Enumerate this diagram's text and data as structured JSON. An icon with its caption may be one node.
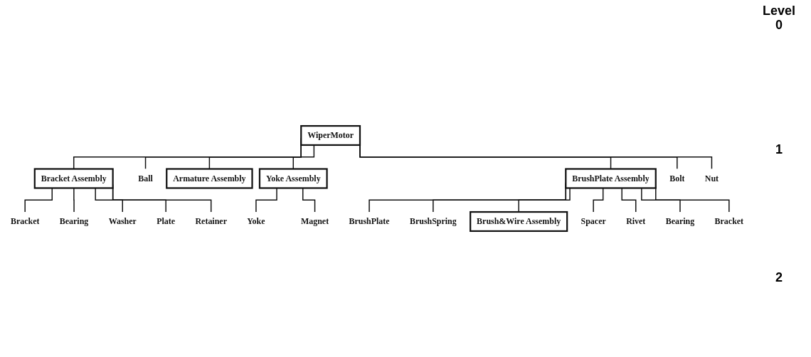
{
  "diagram": {
    "nodes": [
      {
        "text": [
          "WiperMotor"
        ]
      },
      {
        "text": [
          "Bracket Assembly"
        ]
      },
      {
        "text": [
          "Ball"
        ]
      },
      {
        "text": [
          "Armature Assembly"
        ]
      },
      {
        "text": [
          "Yoke Assembly"
        ]
      },
      {
        "text": [
          "BrushPlate Assembly"
        ]
      },
      {
        "text": [
          "Bolt"
        ]
      },
      {
        "text": [
          "Nut"
        ]
      },
      {
        "text": [
          "Bracket"
        ]
      },
      {
        "text": [
          "Bearing"
        ]
      },
      {
        "text": [
          "Washer"
        ]
      },
      {
        "text": [
          "Plate"
        ]
      },
      {
        "text": [
          "Retainer"
        ]
      },
      {
        "text": [
          "Yoke"
        ]
      },
      {
        "text": [
          "Magnet"
        ]
      },
      {
        "text": [
          "BrushPlate"
        ]
      },
      {
        "text": [
          "BrushSpring"
        ]
      },
      {
        "text": [
          "Brush&Wire Assembly"
        ]
      },
      {
        "text": [
          "Spacer"
        ]
      },
      {
        "text": [
          "Rivet"
        ]
      },
      {
        "text": [
          "Bearing"
        ]
      },
      {
        "text": [
          "Bracket"
        ]
      }
    ],
    "edges": [
      {
        "from": 0,
        "to": 1,
        "arrow": "none"
      },
      {
        "from": 0,
        "to": 2,
        "arrow": "none"
      },
      {
        "from": 0,
        "to": 3,
        "arrow": "none"
      },
      {
        "from": 0,
        "to": 4,
        "arrow": "none"
      },
      {
        "from": 0,
        "to": 5,
        "arrow": "none"
      },
      {
        "from": 0,
        "to": 6,
        "arrow": "none"
      },
      {
        "from": 0,
        "to": 7,
        "arrow": "none"
      },
      {
        "from": 1,
        "to": 8,
        "arrow": "none"
      },
      {
        "from": 1,
        "to": 9,
        "arrow": "none"
      },
      {
        "from": 1,
        "to": 10,
        "arrow": "none"
      },
      {
        "from": 1,
        "to": 11,
        "arrow": "none"
      },
      {
        "from": 1,
        "to": 12,
        "arrow": "none"
      },
      {
        "from": 4,
        "to": 13,
        "arrow": "none"
      },
      {
        "from": 4,
        "to": 14,
        "arrow": "none"
      },
      {
        "from": 5,
        "to": 15,
        "arrow": "none"
      },
      {
        "from": 5,
        "to": 16,
        "arrow": "none"
      },
      {
        "from": 5,
        "to": 17,
        "arrow": "none"
      },
      {
        "from": 5,
        "to": 18,
        "arrow": "none"
      },
      {
        "from": 5,
        "to": 19,
        "arrow": "none"
      },
      {
        "from": 5,
        "to": 20,
        "arrow": "none"
      },
      {
        "from": 5,
        "to": 21,
        "arrow": "none"
      }
    ],
    "labels": [
      "Level",
      "0",
      "1",
      "2"
    ]
  }
}
